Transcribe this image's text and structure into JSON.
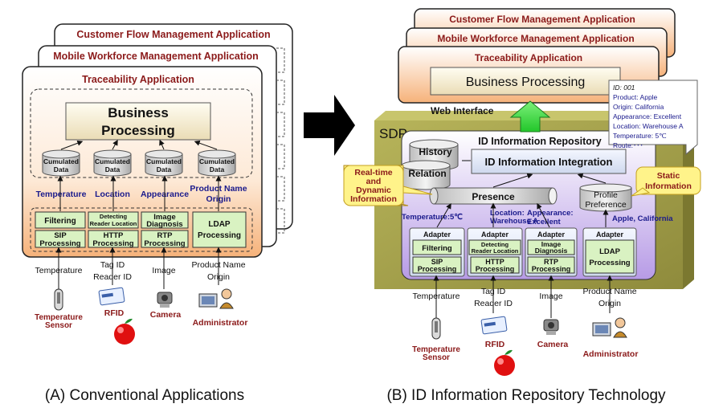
{
  "left": {
    "caption": "(A) Conventional Applications",
    "apps": [
      "Customer Flow Management Application",
      "Mobile Workforce Management Application",
      "Traceability Application"
    ],
    "business_processing": [
      "Business",
      "Processing"
    ],
    "cumulated_data": [
      "Cumulated",
      "Data"
    ],
    "attributes": [
      "Temperature",
      "Location",
      "Appearance",
      "Product Name",
      "Origin"
    ],
    "modules": {
      "filtering": "Filtering",
      "sip": [
        "SIP",
        "Processing"
      ],
      "detecting": [
        "Detecting",
        "Reader Location"
      ],
      "http": [
        "HTTP",
        "Processing"
      ],
      "image": [
        "Image",
        "Diagnosis"
      ],
      "rtp": [
        "RTP",
        "Processing"
      ],
      "ldap": [
        "LDAP",
        "Processing"
      ]
    },
    "inputs": {
      "temperature": "Temperature",
      "tag": [
        "Tag ID",
        "Reader ID"
      ],
      "image": "Image",
      "product": [
        "Product Name",
        "Origin"
      ]
    },
    "devices": {
      "sensor": [
        "Temperature",
        "Sensor"
      ],
      "rfid": "RFID",
      "camera": "Camera",
      "admin": "Administrator"
    }
  },
  "right": {
    "caption": "(B) ID Information Repository Technology",
    "apps": [
      "Customer Flow Management Application",
      "Mobile Workforce Management Application",
      "Traceability Application"
    ],
    "business_processing": "Business Processing",
    "web_interface": "Web Interface",
    "sdp": "SDP",
    "repo_title": "ID Information Repository",
    "history": "History",
    "relation": "Relation",
    "integration": "ID Information Integration",
    "presence": "Presence",
    "profile": [
      "Profile",
      "Preference"
    ],
    "callout_realtime": [
      "Real-time",
      "and",
      "Dynamic",
      "Information"
    ],
    "callout_static": [
      "Static",
      "Information"
    ],
    "id_popup": [
      "ID: 001",
      "Product: Apple",
      "Origin: California",
      "Appearance: Excellent",
      "Location: Warehouse A",
      "Temperature: 5℃",
      "Route:･･･"
    ],
    "values": {
      "temp": "Temperature:5℃",
      "loc": [
        "Location:",
        "Warehouse A"
      ],
      "app": [
        "Appearance:",
        "Excellent"
      ],
      "origin": "Apple, California"
    },
    "adapter": "Adapter",
    "modules": {
      "filtering": "Filtering",
      "sip": [
        "SIP",
        "Processing"
      ],
      "detecting": [
        "Detecting",
        "Reader Location"
      ],
      "http": [
        "HTTP",
        "Processing"
      ],
      "image": [
        "Image",
        "Diagnosis"
      ],
      "rtp": [
        "RTP",
        "Processing"
      ],
      "ldap": [
        "LDAP",
        "Processing"
      ]
    },
    "inputs": {
      "temperature": "Temperature",
      "tag": [
        "Tag ID",
        "Reader ID"
      ],
      "image": "Image",
      "product": [
        "Product Name",
        "Origin"
      ]
    },
    "devices": {
      "sensor": [
        "Temperature",
        "Sensor"
      ],
      "rfid": "RFID",
      "camera": "Camera",
      "admin": "Administrator"
    }
  },
  "colors": {
    "app_frame": "#ffffff",
    "app_fill_bottom": "#f7c08a",
    "module_green": "#d9f2c2",
    "sdp_olive": "#a6a24a",
    "repo_purple": "#c9b6e8",
    "arrow_green": "#49e94a",
    "callout_yellow": "#fff38a"
  }
}
